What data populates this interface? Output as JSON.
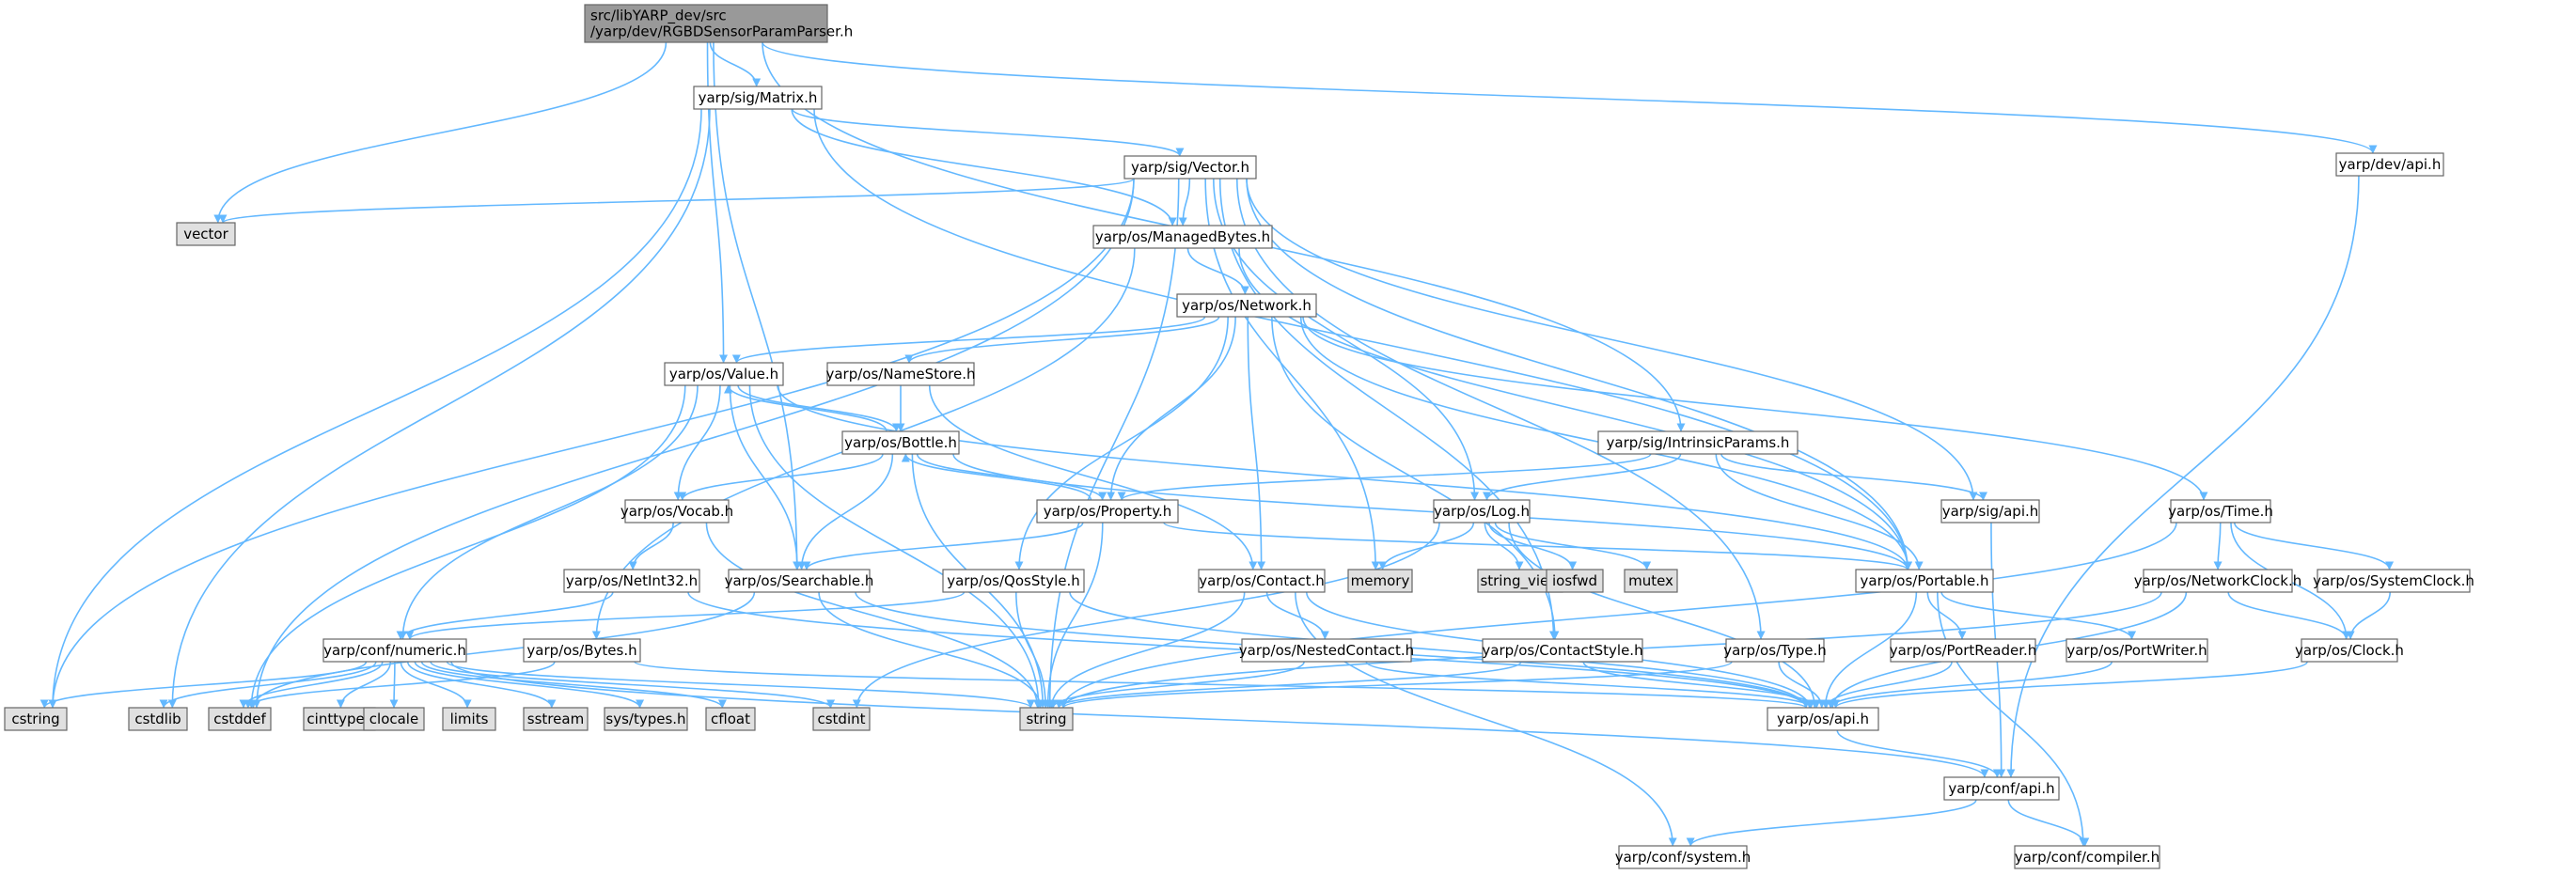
{
  "colors": {
    "edge": "#63b8ff",
    "node_fill": "#ffffff",
    "node_border": "#666666",
    "root_fill": "#999999",
    "system_fill": "#e0e0e0",
    "system_border": "#999999",
    "text": "#000000"
  },
  "graph": {
    "nodes": [
      {
        "id": "root",
        "label": [
          "src/libYARP_dev/src",
          "/yarp/dev/RGBDSensorParamParser.h"
        ],
        "kind": "root"
      },
      {
        "id": "matrix",
        "label": [
          "yarp/sig/Matrix.h"
        ],
        "kind": "header"
      },
      {
        "id": "devapi",
        "label": [
          "yarp/dev/api.h"
        ],
        "kind": "header"
      },
      {
        "id": "vector_h",
        "label": [
          "yarp/sig/Vector.h"
        ],
        "kind": "header"
      },
      {
        "id": "vector",
        "label": [
          "vector"
        ],
        "kind": "system"
      },
      {
        "id": "managedbytes",
        "label": [
          "yarp/os/ManagedBytes.h"
        ],
        "kind": "header"
      },
      {
        "id": "network",
        "label": [
          "yarp/os/Network.h"
        ],
        "kind": "header"
      },
      {
        "id": "value",
        "label": [
          "yarp/os/Value.h"
        ],
        "kind": "header"
      },
      {
        "id": "namestore",
        "label": [
          "yarp/os/NameStore.h"
        ],
        "kind": "header"
      },
      {
        "id": "bottle",
        "label": [
          "yarp/os/Bottle.h"
        ],
        "kind": "header"
      },
      {
        "id": "intrinsic",
        "label": [
          "yarp/sig/IntrinsicParams.h"
        ],
        "kind": "header"
      },
      {
        "id": "vocab",
        "label": [
          "yarp/os/Vocab.h"
        ],
        "kind": "header"
      },
      {
        "id": "property",
        "label": [
          "yarp/os/Property.h"
        ],
        "kind": "header"
      },
      {
        "id": "log",
        "label": [
          "yarp/os/Log.h"
        ],
        "kind": "header"
      },
      {
        "id": "sigapi",
        "label": [
          "yarp/sig/api.h"
        ],
        "kind": "header"
      },
      {
        "id": "time",
        "label": [
          "yarp/os/Time.h"
        ],
        "kind": "header"
      },
      {
        "id": "netint32",
        "label": [
          "yarp/os/NetInt32.h"
        ],
        "kind": "header"
      },
      {
        "id": "searchable",
        "label": [
          "yarp/os/Searchable.h"
        ],
        "kind": "header"
      },
      {
        "id": "qosstyle",
        "label": [
          "yarp/os/QosStyle.h"
        ],
        "kind": "header"
      },
      {
        "id": "contact",
        "label": [
          "yarp/os/Contact.h"
        ],
        "kind": "header"
      },
      {
        "id": "memory",
        "label": [
          "memory"
        ],
        "kind": "system"
      },
      {
        "id": "string_view",
        "label": [
          "string_view"
        ],
        "kind": "system"
      },
      {
        "id": "iosfwd",
        "label": [
          "iosfwd"
        ],
        "kind": "system"
      },
      {
        "id": "mutex",
        "label": [
          "mutex"
        ],
        "kind": "system"
      },
      {
        "id": "portable",
        "label": [
          "yarp/os/Portable.h"
        ],
        "kind": "header"
      },
      {
        "id": "networkclock",
        "label": [
          "yarp/os/NetworkClock.h"
        ],
        "kind": "header"
      },
      {
        "id": "systemclock",
        "label": [
          "yarp/os/SystemClock.h"
        ],
        "kind": "header"
      },
      {
        "id": "numeric",
        "label": [
          "yarp/conf/numeric.h"
        ],
        "kind": "header"
      },
      {
        "id": "bytes",
        "label": [
          "yarp/os/Bytes.h"
        ],
        "kind": "header"
      },
      {
        "id": "nestedcontact",
        "label": [
          "yarp/os/NestedContact.h"
        ],
        "kind": "header"
      },
      {
        "id": "contactstyle",
        "label": [
          "yarp/os/ContactStyle.h"
        ],
        "kind": "header"
      },
      {
        "id": "type",
        "label": [
          "yarp/os/Type.h"
        ],
        "kind": "header"
      },
      {
        "id": "portreader",
        "label": [
          "yarp/os/PortReader.h"
        ],
        "kind": "header"
      },
      {
        "id": "portwriter",
        "label": [
          "yarp/os/PortWriter.h"
        ],
        "kind": "header"
      },
      {
        "id": "clock",
        "label": [
          "yarp/os/Clock.h"
        ],
        "kind": "header"
      },
      {
        "id": "cstring",
        "label": [
          "cstring"
        ],
        "kind": "system"
      },
      {
        "id": "cstdlib",
        "label": [
          "cstdlib"
        ],
        "kind": "system"
      },
      {
        "id": "cstddef",
        "label": [
          "cstddef"
        ],
        "kind": "system"
      },
      {
        "id": "cinttypes",
        "label": [
          "cinttypes"
        ],
        "kind": "system"
      },
      {
        "id": "clocale",
        "label": [
          "clocale"
        ],
        "kind": "system"
      },
      {
        "id": "limits",
        "label": [
          "limits"
        ],
        "kind": "system"
      },
      {
        "id": "sstream",
        "label": [
          "sstream"
        ],
        "kind": "system"
      },
      {
        "id": "systypes",
        "label": [
          "sys/types.h"
        ],
        "kind": "system"
      },
      {
        "id": "cfloat",
        "label": [
          "cfloat"
        ],
        "kind": "system"
      },
      {
        "id": "cstdint",
        "label": [
          "cstdint"
        ],
        "kind": "system"
      },
      {
        "id": "string",
        "label": [
          "string"
        ],
        "kind": "system"
      },
      {
        "id": "osapi",
        "label": [
          "yarp/os/api.h"
        ],
        "kind": "header"
      },
      {
        "id": "confapi",
        "label": [
          "yarp/conf/api.h"
        ],
        "kind": "header"
      },
      {
        "id": "confsystem",
        "label": [
          "yarp/conf/system.h"
        ],
        "kind": "header"
      },
      {
        "id": "confcompiler",
        "label": [
          "yarp/conf/compiler.h"
        ],
        "kind": "header"
      }
    ],
    "edges": [
      [
        "root",
        "matrix"
      ],
      [
        "root",
        "devapi"
      ],
      [
        "root",
        "vector"
      ],
      [
        "root",
        "value"
      ],
      [
        "root",
        "searchable"
      ],
      [
        "root",
        "intrinsic"
      ],
      [
        "matrix",
        "vector_h"
      ],
      [
        "matrix",
        "managedbytes"
      ],
      [
        "matrix",
        "portable"
      ],
      [
        "matrix",
        "cstring"
      ],
      [
        "matrix",
        "cstdlib"
      ],
      [
        "devapi",
        "confapi"
      ],
      [
        "vector_h",
        "vector"
      ],
      [
        "vector_h",
        "managedbytes"
      ],
      [
        "vector_h",
        "memory"
      ],
      [
        "vector_h",
        "log"
      ],
      [
        "vector_h",
        "type"
      ],
      [
        "vector_h",
        "sigapi"
      ],
      [
        "vector_h",
        "portable"
      ],
      [
        "vector_h",
        "cstring"
      ],
      [
        "vector_h",
        "cstddef"
      ],
      [
        "vector_h",
        "string"
      ],
      [
        "vector_h",
        "contactstyle"
      ],
      [
        "managedbytes",
        "network"
      ],
      [
        "managedbytes",
        "bytes"
      ],
      [
        "managedbytes",
        "portable"
      ],
      [
        "network",
        "value"
      ],
      [
        "network",
        "namestore"
      ],
      [
        "network",
        "property"
      ],
      [
        "network",
        "qosstyle"
      ],
      [
        "network",
        "contact"
      ],
      [
        "network",
        "contactstyle"
      ],
      [
        "network",
        "portable"
      ],
      [
        "network",
        "time"
      ],
      [
        "value",
        "bottle"
      ],
      [
        "value",
        "vocab"
      ],
      [
        "value",
        "searchable"
      ],
      [
        "value",
        "numeric"
      ],
      [
        "value",
        "portable"
      ],
      [
        "value",
        "string"
      ],
      [
        "value",
        "cstddef"
      ],
      [
        "namestore",
        "bottle"
      ],
      [
        "namestore",
        "contact"
      ],
      [
        "bottle",
        "value"
      ],
      [
        "bottle",
        "property"
      ],
      [
        "bottle",
        "vocab"
      ],
      [
        "bottle",
        "searchable"
      ],
      [
        "bottle",
        "portable"
      ],
      [
        "bottle",
        "string"
      ],
      [
        "intrinsic",
        "property"
      ],
      [
        "intrinsic",
        "log"
      ],
      [
        "intrinsic",
        "sigapi"
      ],
      [
        "intrinsic",
        "portable"
      ],
      [
        "vocab",
        "netint32"
      ],
      [
        "vocab",
        "string"
      ],
      [
        "property",
        "bottle"
      ],
      [
        "property",
        "searchable"
      ],
      [
        "property",
        "portable"
      ],
      [
        "property",
        "string"
      ],
      [
        "log",
        "memory"
      ],
      [
        "log",
        "string_view"
      ],
      [
        "log",
        "iosfwd"
      ],
      [
        "log",
        "mutex"
      ],
      [
        "log",
        "osapi"
      ],
      [
        "log",
        "cstdint"
      ],
      [
        "sigapi",
        "confapi"
      ],
      [
        "time",
        "networkclock"
      ],
      [
        "time",
        "systemclock"
      ],
      [
        "time",
        "clock"
      ],
      [
        "time",
        "string"
      ],
      [
        "netint32",
        "numeric"
      ],
      [
        "netint32",
        "osapi"
      ],
      [
        "searchable",
        "string"
      ],
      [
        "searchable",
        "osapi"
      ],
      [
        "searchable",
        "cstddef"
      ],
      [
        "qosstyle",
        "numeric"
      ],
      [
        "qosstyle",
        "string"
      ],
      [
        "qosstyle",
        "osapi"
      ],
      [
        "contact",
        "nestedcontact"
      ],
      [
        "contact",
        "string"
      ],
      [
        "contact",
        "osapi"
      ],
      [
        "contact",
        "confsystem"
      ],
      [
        "portable",
        "portreader"
      ],
      [
        "portable",
        "portwriter"
      ],
      [
        "portable",
        "osapi"
      ],
      [
        "portable",
        "confcompiler"
      ],
      [
        "networkclock",
        "clock"
      ],
      [
        "networkclock",
        "osapi"
      ],
      [
        "networkclock",
        "string"
      ],
      [
        "systemclock",
        "clock"
      ],
      [
        "numeric",
        "cstring"
      ],
      [
        "numeric",
        "cstdlib"
      ],
      [
        "numeric",
        "cstddef"
      ],
      [
        "numeric",
        "cinttypes"
      ],
      [
        "numeric",
        "clocale"
      ],
      [
        "numeric",
        "limits"
      ],
      [
        "numeric",
        "sstream"
      ],
      [
        "numeric",
        "systypes"
      ],
      [
        "numeric",
        "cfloat"
      ],
      [
        "numeric",
        "cstdint"
      ],
      [
        "numeric",
        "string"
      ],
      [
        "numeric",
        "confapi"
      ],
      [
        "bytes",
        "osapi"
      ],
      [
        "bytes",
        "cstddef"
      ],
      [
        "nestedcontact",
        "string"
      ],
      [
        "nestedcontact",
        "osapi"
      ],
      [
        "contactstyle",
        "osapi"
      ],
      [
        "contactstyle",
        "string"
      ],
      [
        "type",
        "osapi"
      ],
      [
        "type",
        "string"
      ],
      [
        "portreader",
        "osapi"
      ],
      [
        "portwriter",
        "osapi"
      ],
      [
        "clock",
        "osapi"
      ],
      [
        "osapi",
        "confapi"
      ],
      [
        "confapi",
        "confsystem"
      ],
      [
        "confapi",
        "confcompiler"
      ]
    ]
  }
}
